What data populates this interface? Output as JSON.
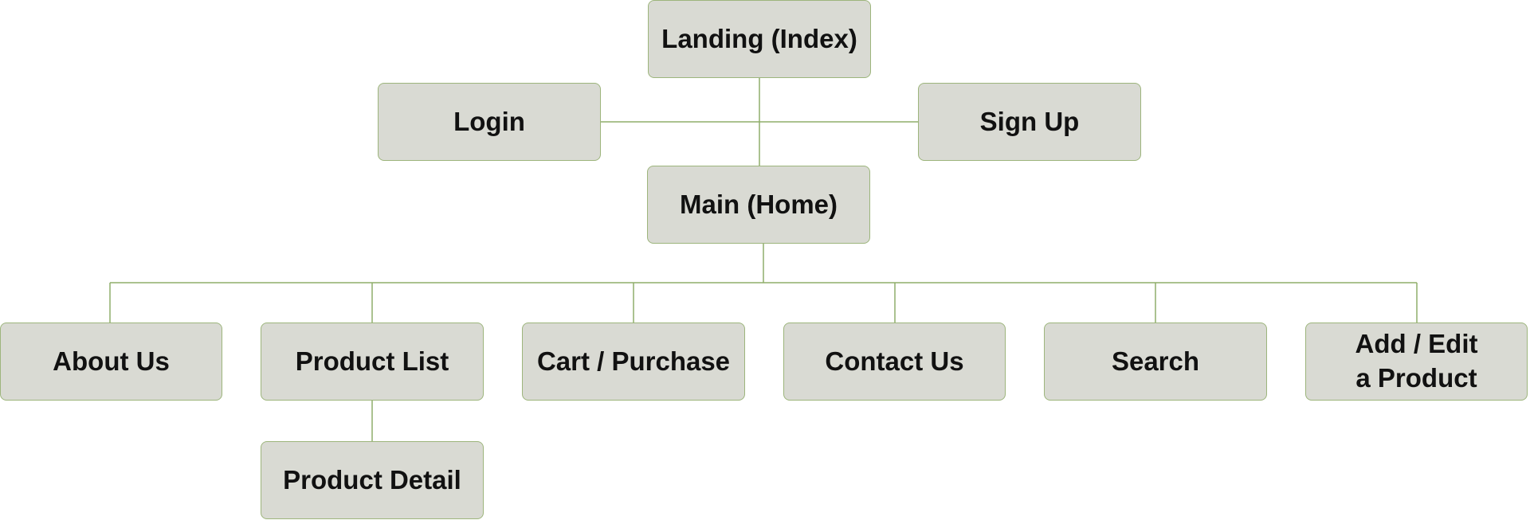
{
  "sitemap": {
    "landing": "Landing (Index)",
    "login": "Login",
    "signup": "Sign Up",
    "main": "Main (Home)",
    "about": "About Us",
    "product_list": "Product List",
    "cart": "Cart / Purchase",
    "contact": "Contact Us",
    "search": "Search",
    "add_edit": "Add / Edit\na Product",
    "product_detail": "Product Detail"
  },
  "colors": {
    "node_fill": "#d9dad3",
    "node_border": "#9db57c",
    "connector": "#8fae6a",
    "text": "#111111"
  }
}
